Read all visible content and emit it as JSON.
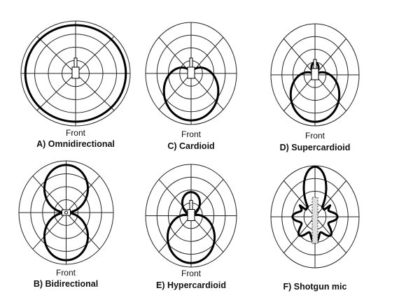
{
  "front_label": "Front",
  "plots": [
    {
      "id": "omnidirectional",
      "label": "A) Omnidirectional",
      "show_front": true,
      "pattern": "omni",
      "a": 1.0
    },
    {
      "id": "cardioid",
      "label": "C) Cardioid",
      "show_front": true,
      "pattern": "firstorder",
      "a": 0.5
    },
    {
      "id": "supercardioid",
      "label": "D) Supercardioid",
      "show_front": true,
      "pattern": "firstorder",
      "a": 0.37
    },
    {
      "id": "bidirectional",
      "label": "B) Bidirectional",
      "show_front": true,
      "pattern": "firstorder",
      "a": 0.0
    },
    {
      "id": "hypercardioid",
      "label": "E) Hypercardioid",
      "show_front": true,
      "pattern": "firstorder",
      "a": 0.25
    },
    {
      "id": "shotgun",
      "label": "F) Shotgun mic",
      "show_front": false,
      "pattern": "shotgun",
      "a": 0
    }
  ]
}
